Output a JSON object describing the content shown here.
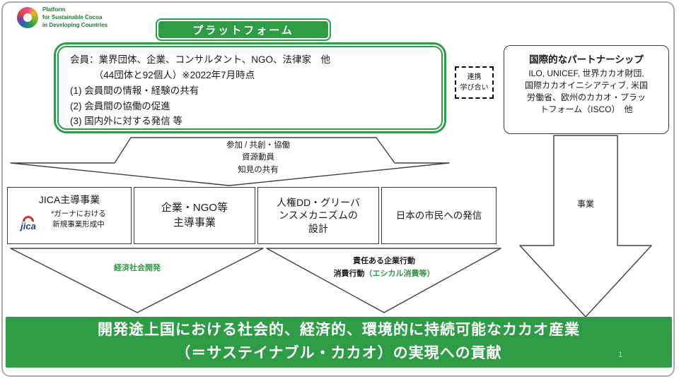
{
  "colors": {
    "green": "#2e9b45",
    "logo_green": "#1e7a36",
    "jica_blue": "#1b3f8f",
    "jica_red": "#d0342c"
  },
  "logo": {
    "text": "Platform\nfor Sustainable Cocoa\nin Developing Countries"
  },
  "platform_header": {
    "label": "プラットフォーム"
  },
  "member_box": {
    "text": "会員：業界団体、企業、コンサルタント、NGO、法律家　他\n　　　（44団体と92個人）※2022年7月時点\n(1) 会員間の情報・経験の共有\n(2) 会員間の協働の促進\n(3) 国内外に対する発信 等"
  },
  "collab_note": {
    "text": "連携\n学び合い"
  },
  "partnership_box": {
    "title": "国際的なパートナーシップ",
    "body": "ILO, UNICEF, 世界カカオ財団,\n国際カカオイニシアティブ, 米国\n労働省、欧州のカカオ・プラッ\nトフォーム（ISCO）　他"
  },
  "flow_arrow": {
    "text": "参加 / 共創・協働\n資源動員\n知見の共有"
  },
  "projects": [
    {
      "title": "JICA主導事業",
      "note": "*ガーナにおける\n新規事業形成中",
      "logo_text": "jica"
    },
    {
      "title": "企業・NGO等\n主導事業"
    },
    {
      "title": "人権DD・グリーバ\nンスメカニズムの\n設計"
    },
    {
      "title": "日本の市民への発信"
    }
  ],
  "business_arrow": {
    "label": "事業"
  },
  "outcomes": {
    "left_label": "経済社会開発",
    "right_line1": "責任ある企業行動",
    "right_line2_black": "消費行動",
    "right_line2_green": "（エシカル消費等）"
  },
  "banner": {
    "line1": "開発途上国における社会的、経済的、環境的に持続可能なカカオ産業",
    "line2": "（＝サステイナブル・カカオ）の実現への貢献"
  },
  "page_number": "1"
}
